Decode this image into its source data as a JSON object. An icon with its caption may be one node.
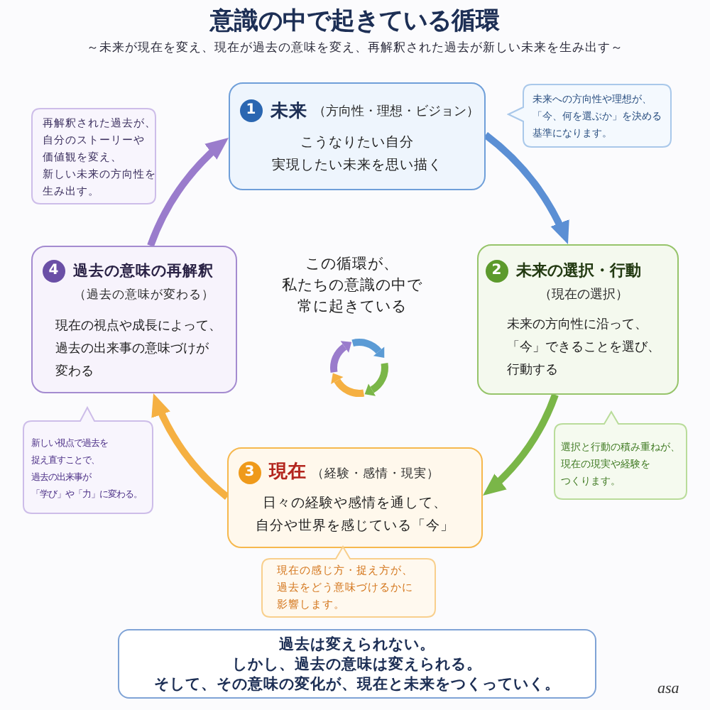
{
  "diagram": {
    "title": "意識の中で起きている循環",
    "nodes": [
      {
        "text": [
          "再解釈された過去が、自分のストーリーや価値観を変え、新しい未来の方向性を生み出す。"
        ]
      },
      {
        "text": [
          "1",
          "未来",
          "（方向性・理想・ビジョン）",
          "こうなりたい自分実現したい未来を思い描く"
        ]
      },
      {
        "text": [
          "未来への方向性や理想が、「今、何を選ぶか」を決める基準になります。"
        ]
      },
      {
        "text": [
          "4",
          "過去の意味の再解釈",
          "（過去の意味が変わる）",
          "現在の視点や成長によって、過去の出来事の意味づけが変わる"
        ]
      },
      {
        "text": [
          "2",
          "未来の選択・行動",
          "（現在の選択）",
          "未来の方向性に沿って、「今」できることを選び、行動する"
        ]
      },
      {
        "text": [
          "新しい視点で過去を捉え直すことで、過去の出来事が「学び」や「力」に変わる。"
        ]
      },
      {
        "text": [
          "選択と行動の積み重ねが、現在の現実や経験をつくります。"
        ]
      },
      {
        "text": [
          "3",
          "現在",
          "（経験・感情・現実）",
          "日々の経験や感情を通して、自分や世界を感じている「今」"
        ]
      },
      {
        "text": [
          "現在の感じ方・捉え方が、過去をどう意味づけるかに影響します。"
        ]
      },
      {
        "text": [
          "過去は変えられない。しかし、過去の意味は変えられる。そして、その意味の変化が、現在と未来をつくっていく。"
        ]
      }
    ],
    "edges": [
      {
        "from": 1,
        "to": 4,
        "arrow": "to",
        "color": "#5b8fd4"
      },
      {
        "from": 4,
        "to": 7,
        "arrow": "to",
        "color": "#7ab648"
      },
      {
        "from": 7,
        "to": 3,
        "arrow": "to",
        "color": "#f5b042"
      },
      {
        "from": 3,
        "to": 1,
        "arrow": "to",
        "color": "#9a7ccc"
      }
    ],
    "labels": [
      "～未来が現在を変え、現在が過去の意味を変え、再解釈された過去が新しい未来を生み出す～",
      "この循環が、私たちの意識の中で常に起きている",
      "asa"
    ]
  }
}
